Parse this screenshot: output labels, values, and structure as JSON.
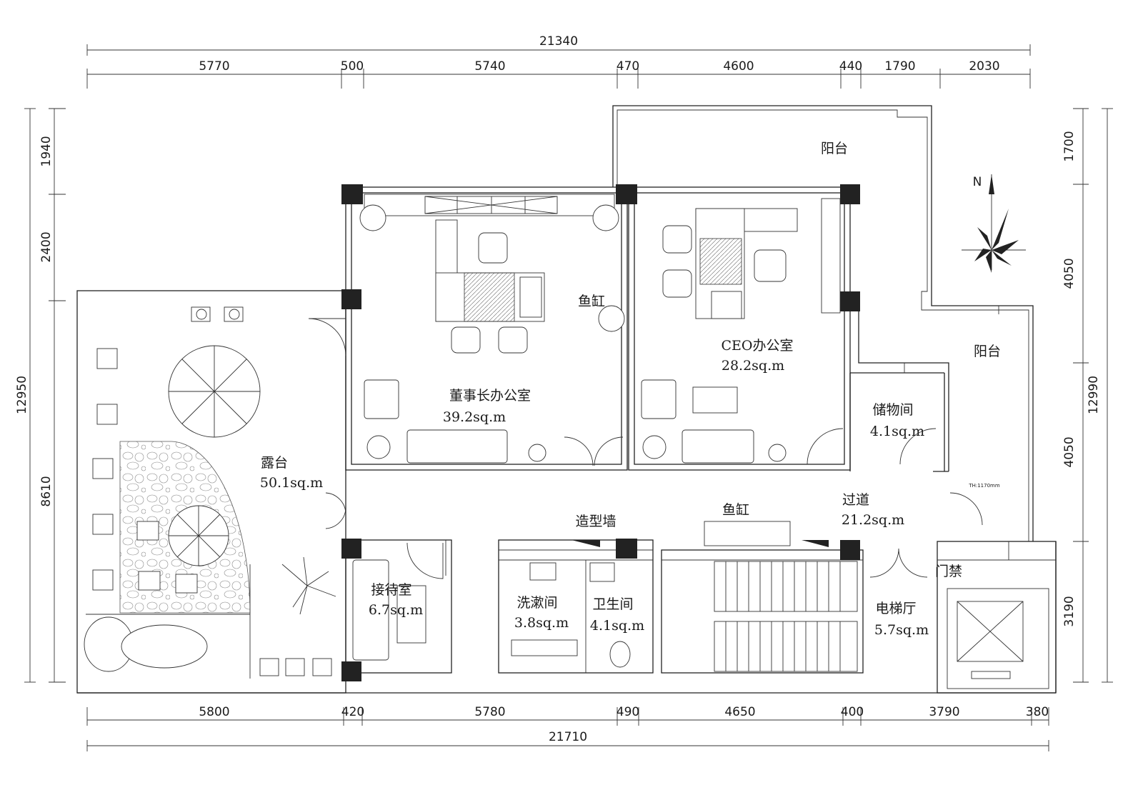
{
  "dimensions": {
    "top_total": "21340",
    "top": [
      "5770",
      "500",
      "5740",
      "470",
      "4600",
      "440",
      "1790",
      "2030"
    ],
    "bottom": [
      "5800",
      "420",
      "5780",
      "490",
      "4650",
      "400",
      "3790",
      "380"
    ],
    "bottom_total": "21710",
    "left": [
      "1940",
      "2400",
      "8610"
    ],
    "left_total": "12950",
    "right": [
      "1700",
      "4050",
      "4050",
      "3190"
    ],
    "right_total": "12990"
  },
  "rooms": {
    "balcony_top": {
      "name": "阳台"
    },
    "balcony_right": {
      "name": "阳台"
    },
    "chairman": {
      "name": "董事长办公室",
      "area": "39.2sq.m"
    },
    "ceo": {
      "name": "CEO办公室",
      "area": "28.2sq.m"
    },
    "storage": {
      "name": "储物间",
      "area": "4.1sq.m"
    },
    "terrace": {
      "name": "露台",
      "area": "50.1sq.m"
    },
    "corridor": {
      "name": "过道",
      "area": "21.2sq.m"
    },
    "reception": {
      "name": "接待室",
      "area": "6.7sq.m"
    },
    "washroom": {
      "name": "洗漱间",
      "area": "3.8sq.m"
    },
    "toilet": {
      "name": "卫生间",
      "area": "4.1sq.m"
    },
    "elevator_hall": {
      "name": "电梯厅",
      "area": "5.7sq.m"
    }
  },
  "labels": {
    "fish_tank_1": "鱼缸",
    "fish_tank_2": "鱼缸",
    "feature_wall": "造型墙",
    "access_control": "门禁",
    "height_note": "TH:1170mm",
    "north": "N"
  }
}
